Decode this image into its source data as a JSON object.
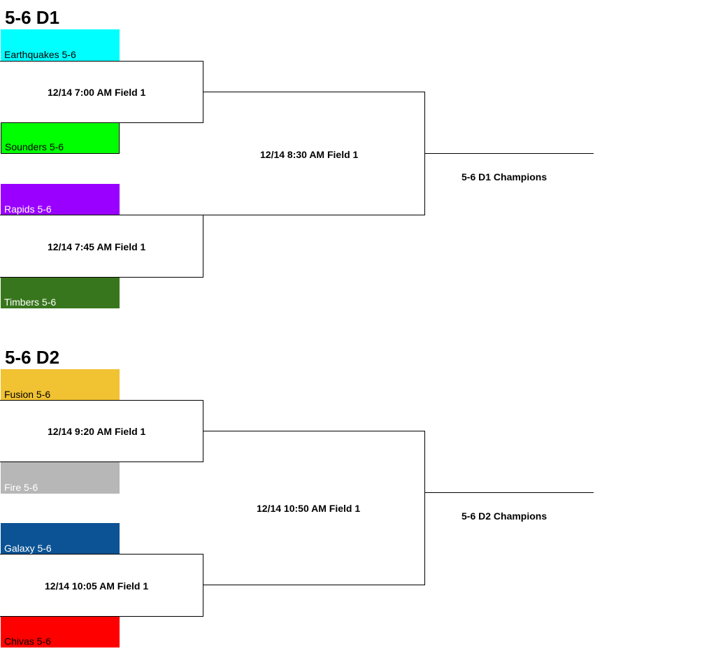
{
  "brackets": [
    {
      "title": "5-6 D1",
      "teams": [
        {
          "name": "Earthquakes 5-6",
          "color": "#00ffff",
          "text_color": "#000000"
        },
        {
          "name": "Sounders 5-6",
          "color": "#00ff00",
          "text_color": "#000000"
        },
        {
          "name": "Rapids 5-6",
          "color": "#9900ff",
          "text_color": "#ffffff"
        },
        {
          "name": "Timbers 5-6",
          "color": "#38761d",
          "text_color": "#ffffff"
        }
      ],
      "games": {
        "semi1": "12/14 7:00 AM Field 1",
        "semi2": "12/14 7:45 AM Field 1",
        "final": "12/14 8:30 AM Field 1"
      },
      "champion_label": "5-6 D1 Champions"
    },
    {
      "title": "5-6 D2",
      "teams": [
        {
          "name": "Fusion 5-6",
          "color": "#f1c232",
          "text_color": "#000000"
        },
        {
          "name": "Fire 5-6",
          "color": "#b7b7b7",
          "text_color": "#ffffff"
        },
        {
          "name": "Galaxy 5-6",
          "color": "#0b5394",
          "text_color": "#ffffff"
        },
        {
          "name": "Chivas 5-6",
          "color": "#ff0000",
          "text_color": "#000000"
        }
      ],
      "games": {
        "semi1": "12/14 9:20 AM Field 1",
        "semi2": "12/14 10:05 AM Field 1",
        "final": "12/14 10:50 AM Field 1"
      },
      "champion_label": "5-6 D2 Champions"
    }
  ]
}
